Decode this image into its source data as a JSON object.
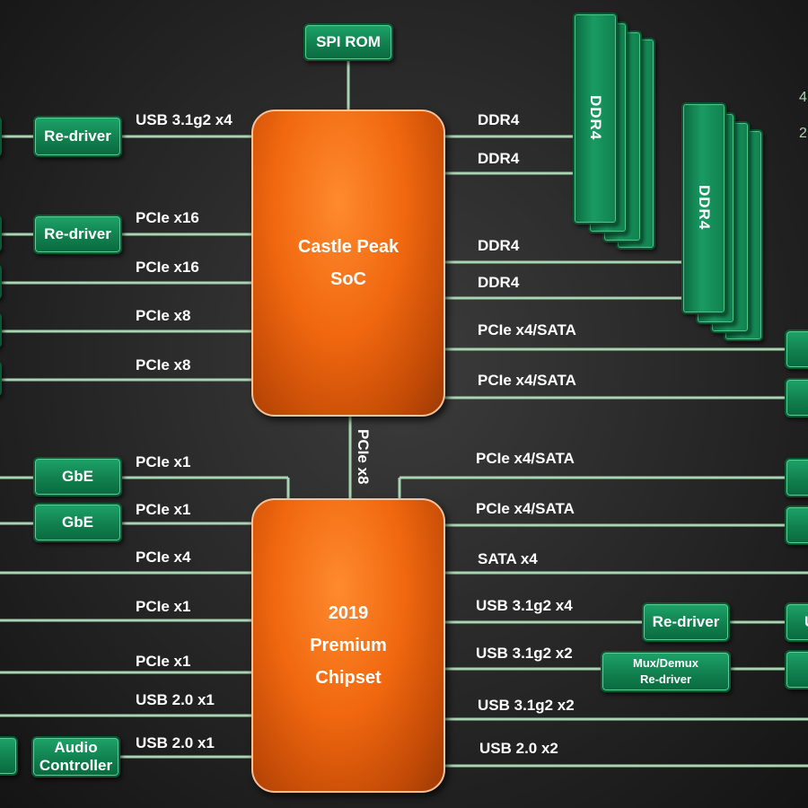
{
  "soc": {
    "line1": "Castle Peak",
    "line2": "SoC"
  },
  "chipset": {
    "line1": "2019",
    "line2": "Premium",
    "line3": "Chipset"
  },
  "spi_rom": "SPI ROM",
  "dimm_label": "DDR4",
  "boxes": {
    "redriver_usb": "Re-driver",
    "redriver_pcie": "Re-driver",
    "gbe1": "GbE",
    "gbe2": "GbE",
    "audio_line1": "Audio",
    "audio_line2": "Controller",
    "redriver_right": "Re-driver",
    "mux_line1": "Mux/Demux",
    "mux_line2": "Re-driver",
    "right_u": "U"
  },
  "labels": {
    "soc_left_usb": "USB 3.1g2 x4",
    "soc_left_pcie16a": "PCIe x16",
    "soc_left_pcie16b": "PCIe x16",
    "soc_left_pcie8a": "PCIe x8",
    "soc_left_pcie8b": "PCIe x8",
    "soc_right_ddr4a": "DDR4",
    "soc_right_ddr4b": "DDR4",
    "soc_right_ddr4c": "DDR4",
    "soc_right_ddr4d": "DDR4",
    "soc_right_sata1": "PCIe x4/SATA",
    "soc_right_sata2": "PCIe x4/SATA",
    "link": "PCIe x8",
    "cs_left_pcie1a": "PCIe x1",
    "cs_left_pcie1b": "PCIe x1",
    "cs_left_pcie4": "PCIe x4",
    "cs_left_pcie1c": "PCIe x1",
    "cs_left_pcie1d": "PCIe x1",
    "cs_left_usb2a": "USB 2.0 x1",
    "cs_left_usb2b": "USB 2.0 x1",
    "cs_right_sata1": "PCIe x4/SATA",
    "cs_right_sata2": "PCIe x4/SATA",
    "cs_right_sata4": "SATA x4",
    "cs_right_usb3a": "USB 3.1g2 x4",
    "cs_right_usb3b": "USB 3.1g2 x2",
    "cs_right_usb3c": "USB 3.1g2 x2",
    "cs_right_usb2": "USB 2.0 x2"
  },
  "edge_text": {
    "a": "4",
    "b": "2"
  },
  "colors": {
    "chip": "#f0670f",
    "box": "#11804f",
    "wire": "#a9d4b2",
    "background": "#262626"
  }
}
